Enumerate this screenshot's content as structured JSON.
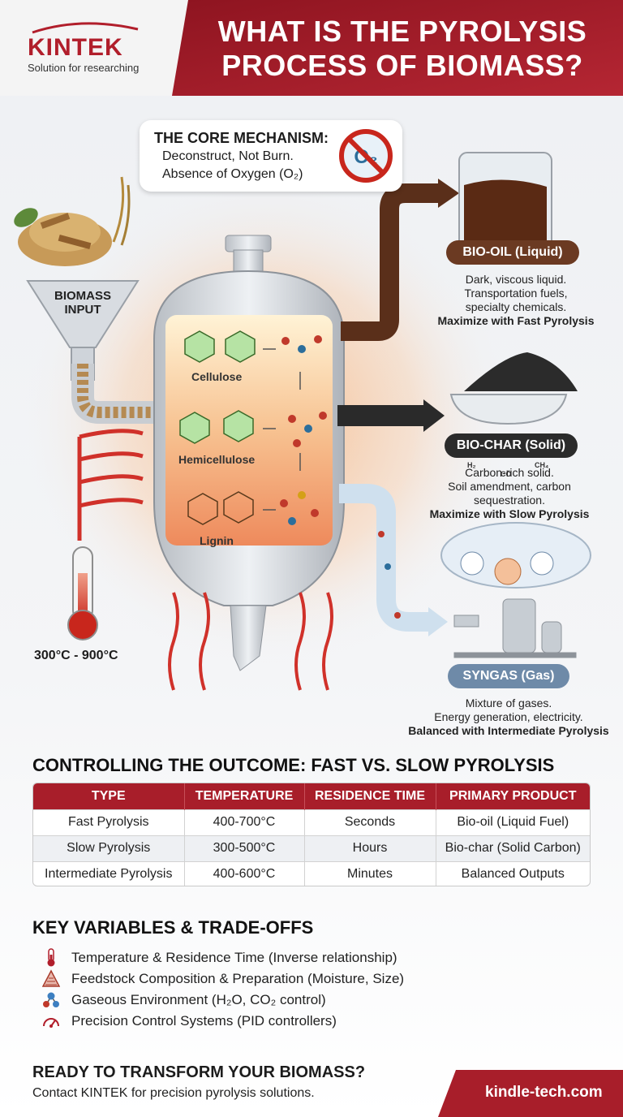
{
  "header": {
    "brand": "KINTEK",
    "tagline": "Solution for researching",
    "title": "WHAT IS THE PYROLYSIS PROCESS OF BIOMASS?"
  },
  "mechanism": {
    "title": "THE CORE MECHANISM:",
    "line1": "Deconstruct, Not Burn.",
    "line2": "Absence of Oxygen (O₂)",
    "icon": "no-oxygen-icon"
  },
  "diagram": {
    "input_label_line1": "BIOMASS",
    "input_label_line2": "INPUT",
    "temperature_range": "300°C - 900°C",
    "molecules": [
      "Cellulose",
      "Hemicellulose",
      "Lignin"
    ],
    "gas_bubbles": [
      "H₂",
      "CO",
      "CH₄"
    ]
  },
  "products": [
    {
      "label": "BIO-OIL (Liquid)",
      "color": "#6b3a22",
      "desc1": "Dark, viscous liquid.",
      "desc2": "Transportation fuels,",
      "desc3": "specialty chemicals.",
      "strong": "Maximize with Fast Pyrolysis"
    },
    {
      "label": "BIO-CHAR (Solid)",
      "color": "#2b2b2b",
      "desc1": "Carbon-rich solid.",
      "desc2": "Soil amendment, carbon",
      "desc3": "sequestration.",
      "strong": "Maximize with Slow Pyrolysis"
    },
    {
      "label": "SYNGAS (Gas)",
      "color": "#6e8aa8",
      "desc1": "Mixture of gases.",
      "desc2": "Energy generation, electricity.",
      "strong": "Balanced with Intermediate Pyrolysis"
    }
  ],
  "table_section": {
    "title": "CONTROLLING THE OUTCOME: FAST VS. SLOW PYROLYSIS",
    "headers": [
      "TYPE",
      "TEMPERATURE",
      "RESIDENCE TIME",
      "PRIMARY PRODUCT"
    ],
    "rows": [
      [
        "Fast Pyrolysis",
        "400-700°C",
        "Seconds",
        "Bio-oil (Liquid Fuel)"
      ],
      [
        "Slow Pyrolysis",
        "300-500°C",
        "Hours",
        "Bio-char (Solid Carbon)"
      ],
      [
        "Intermediate Pyrolysis",
        "400-600°C",
        "Minutes",
        "Balanced Outputs"
      ]
    ]
  },
  "key_variables": {
    "title": "KEY VARIABLES & TRADE-OFFS",
    "items": [
      {
        "icon": "thermometer-icon",
        "text": "Temperature & Residence Time (Inverse relationship)"
      },
      {
        "icon": "feedstock-icon",
        "text": "Feedstock Composition & Preparation (Moisture, Size)"
      },
      {
        "icon": "molecule-icon",
        "text": "Gaseous Environment (H₂O, CO₂ control)"
      },
      {
        "icon": "gauge-icon",
        "text": "Precision Control Systems (PID controllers)"
      }
    ]
  },
  "footer": {
    "cta_title": "READY TO TRANSFORM YOUR BIOMASS?",
    "cta_sub": "Contact KINTEK for precision pyrolysis solutions.",
    "url": "kindle-tech.com"
  },
  "colors": {
    "brand_red": "#a81e2a",
    "bio_oil": "#6b3a22",
    "bio_char": "#2b2b2b",
    "syngas": "#6e8aa8"
  }
}
